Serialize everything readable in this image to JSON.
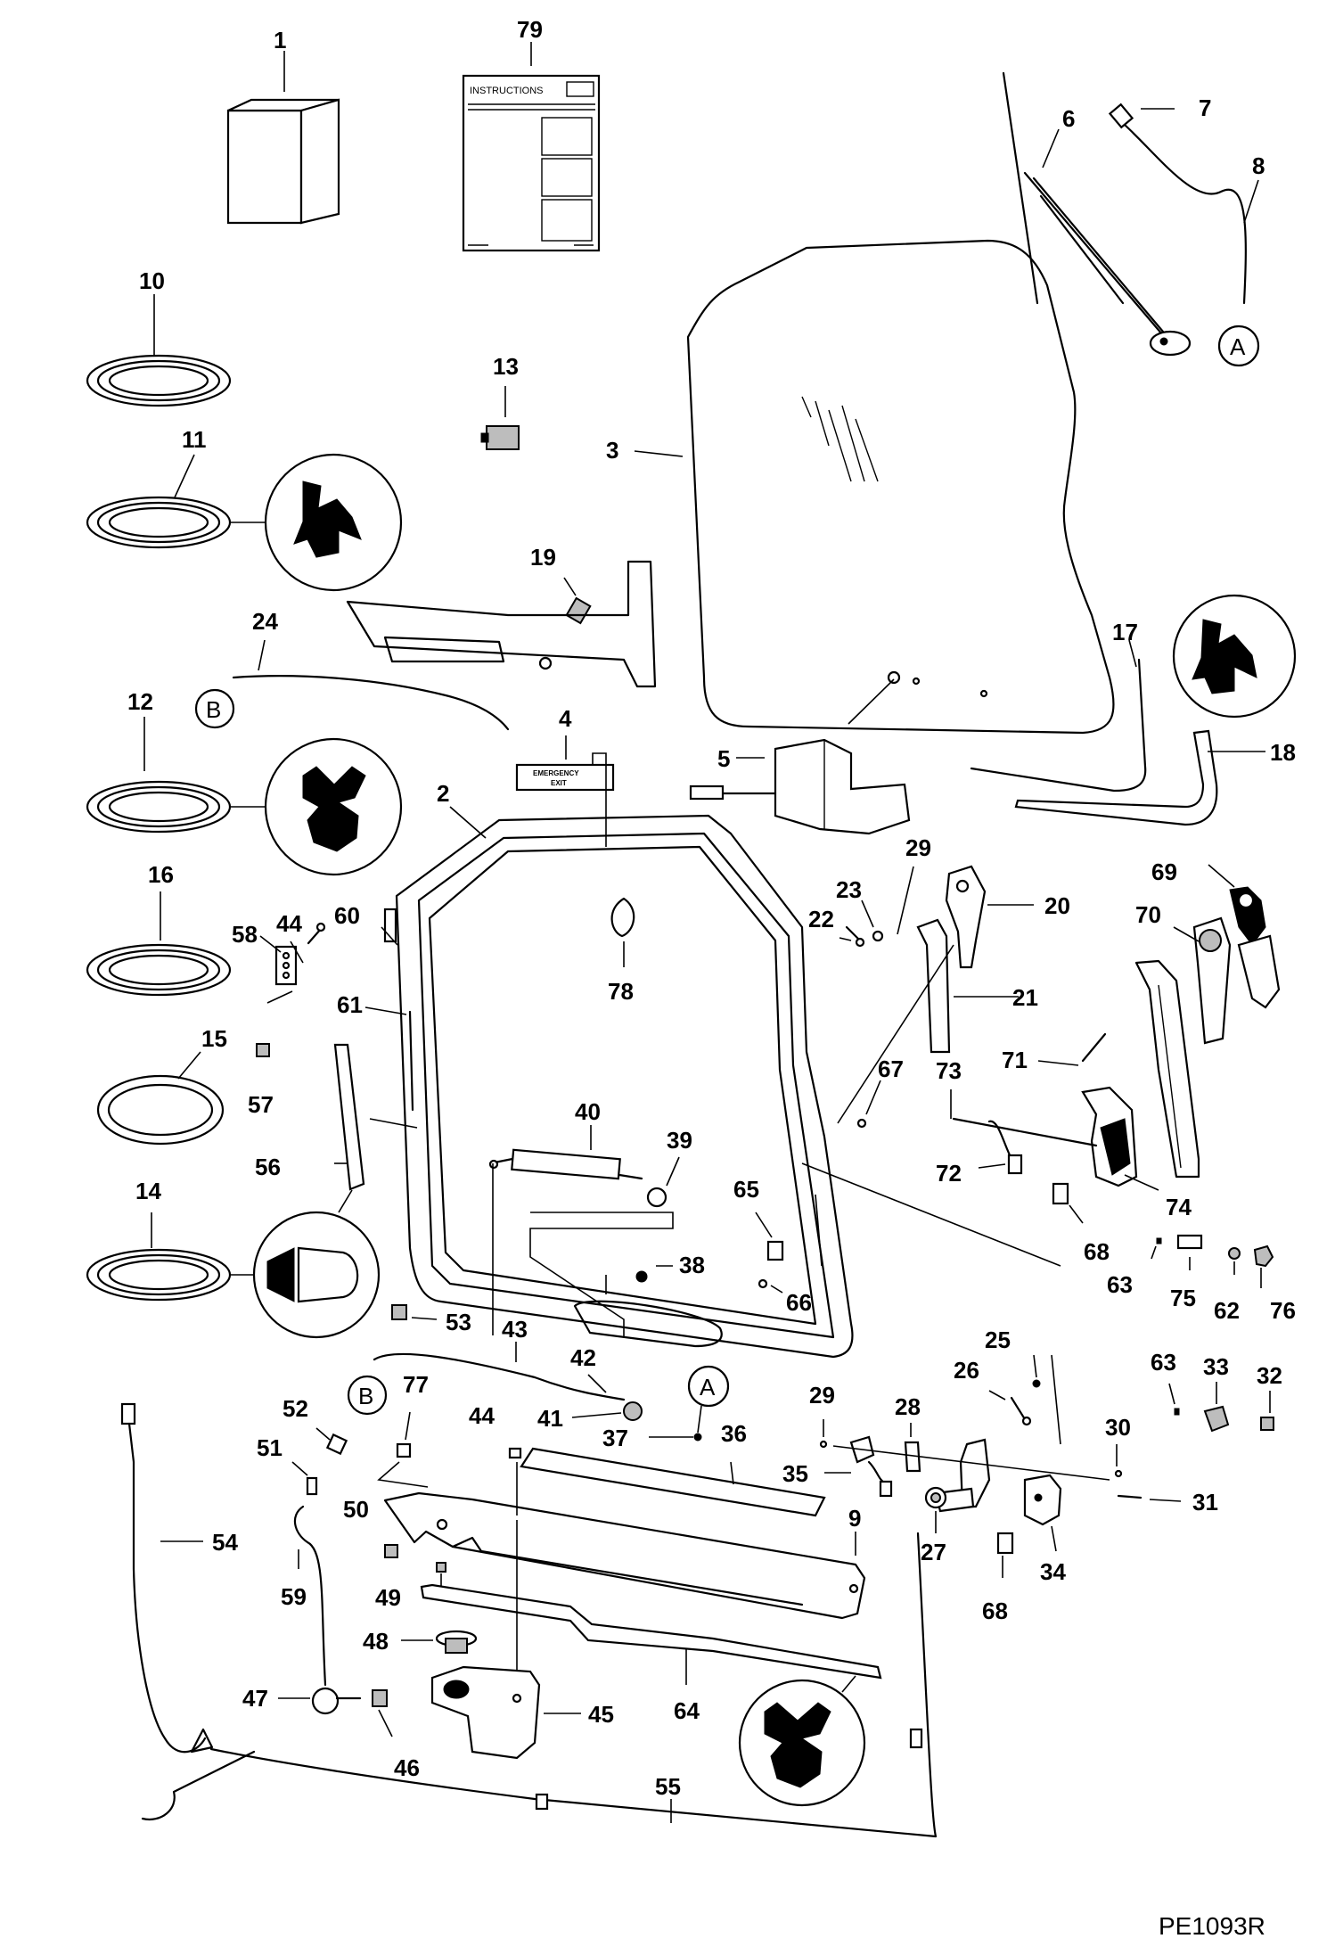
{
  "drawing_code": "PE1093R",
  "instructions_label": "INSTRUCTIONS",
  "decal_text": [
    "EMERGENCY",
    "EXIT"
  ],
  "reference_letters": [
    "A",
    "B"
  ],
  "callouts": [
    "1",
    "79",
    "6",
    "7",
    "8",
    "10",
    "13",
    "3",
    "11",
    "19",
    "24",
    "17",
    "18",
    "12",
    "4",
    "5",
    "2",
    "29",
    "23",
    "20",
    "22",
    "69",
    "70",
    "16",
    "58",
    "44",
    "60",
    "78",
    "21",
    "61",
    "15",
    "57",
    "71",
    "73",
    "67",
    "40",
    "39",
    "56",
    "72",
    "74",
    "65",
    "14",
    "68",
    "63",
    "75",
    "62",
    "76",
    "38",
    "66",
    "53",
    "43",
    "25",
    "42",
    "77",
    "41",
    "37",
    "36",
    "26",
    "30",
    "52",
    "29",
    "28",
    "35",
    "51",
    "54",
    "50",
    "9",
    "31",
    "27",
    "34",
    "59",
    "49",
    "68",
    "48",
    "47",
    "45",
    "64",
    "46",
    "55",
    "44",
    "63",
    "33",
    "32"
  ]
}
